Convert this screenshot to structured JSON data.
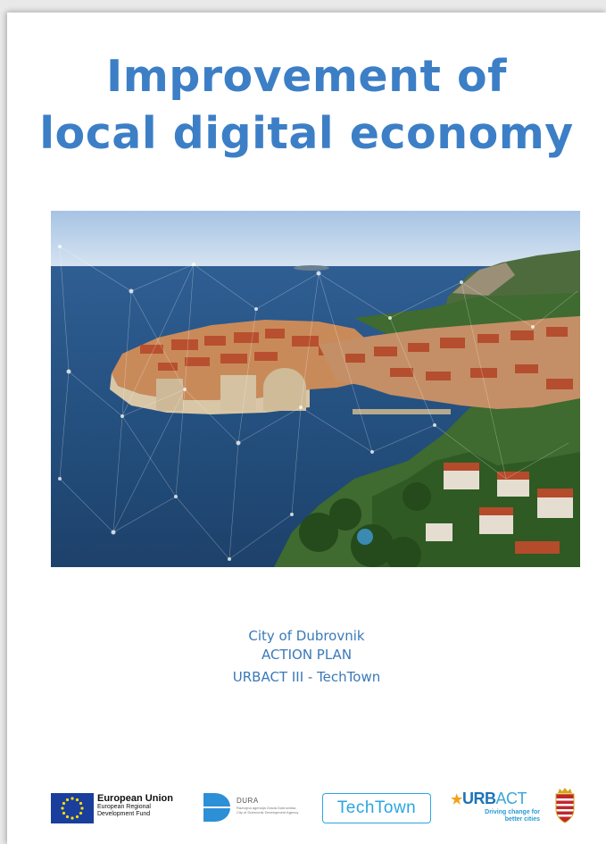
{
  "document": {
    "title_line1": "Improvement of",
    "title_line2": "local digital economy",
    "subtitle": {
      "line1": "City of Dubrovnik",
      "line2": "ACTION PLAN",
      "line3": "URBACT III - TechTown"
    }
  },
  "logos": {
    "eu": {
      "name": "European Union",
      "fund_line1": "European Regional",
      "fund_line2": "Development Fund",
      "flag_icon": "eu-flag-icon"
    },
    "dura": {
      "name": "DURA",
      "caption_line1": "Razvojna agencija Grada Dubrovnika",
      "caption_line2": "City of Dubrovnik Development Agency"
    },
    "techtown": {
      "name": "TechTown"
    },
    "urbact": {
      "name_bold": "URB",
      "name_light": "ACT",
      "tagline_line1": "Driving change for",
      "tagline_line2": "better cities"
    },
    "crest": {
      "icon": "dubrovnik-crest-icon"
    }
  },
  "colors": {
    "title": "#3c7fc6",
    "subtitle": "#3b79b9",
    "eu_blue": "#1a3e9c",
    "eu_star": "#ffdd00",
    "techtown": "#2aa6e0",
    "urbact": "#1c74b9",
    "urbact_star": "#f2a21b"
  }
}
